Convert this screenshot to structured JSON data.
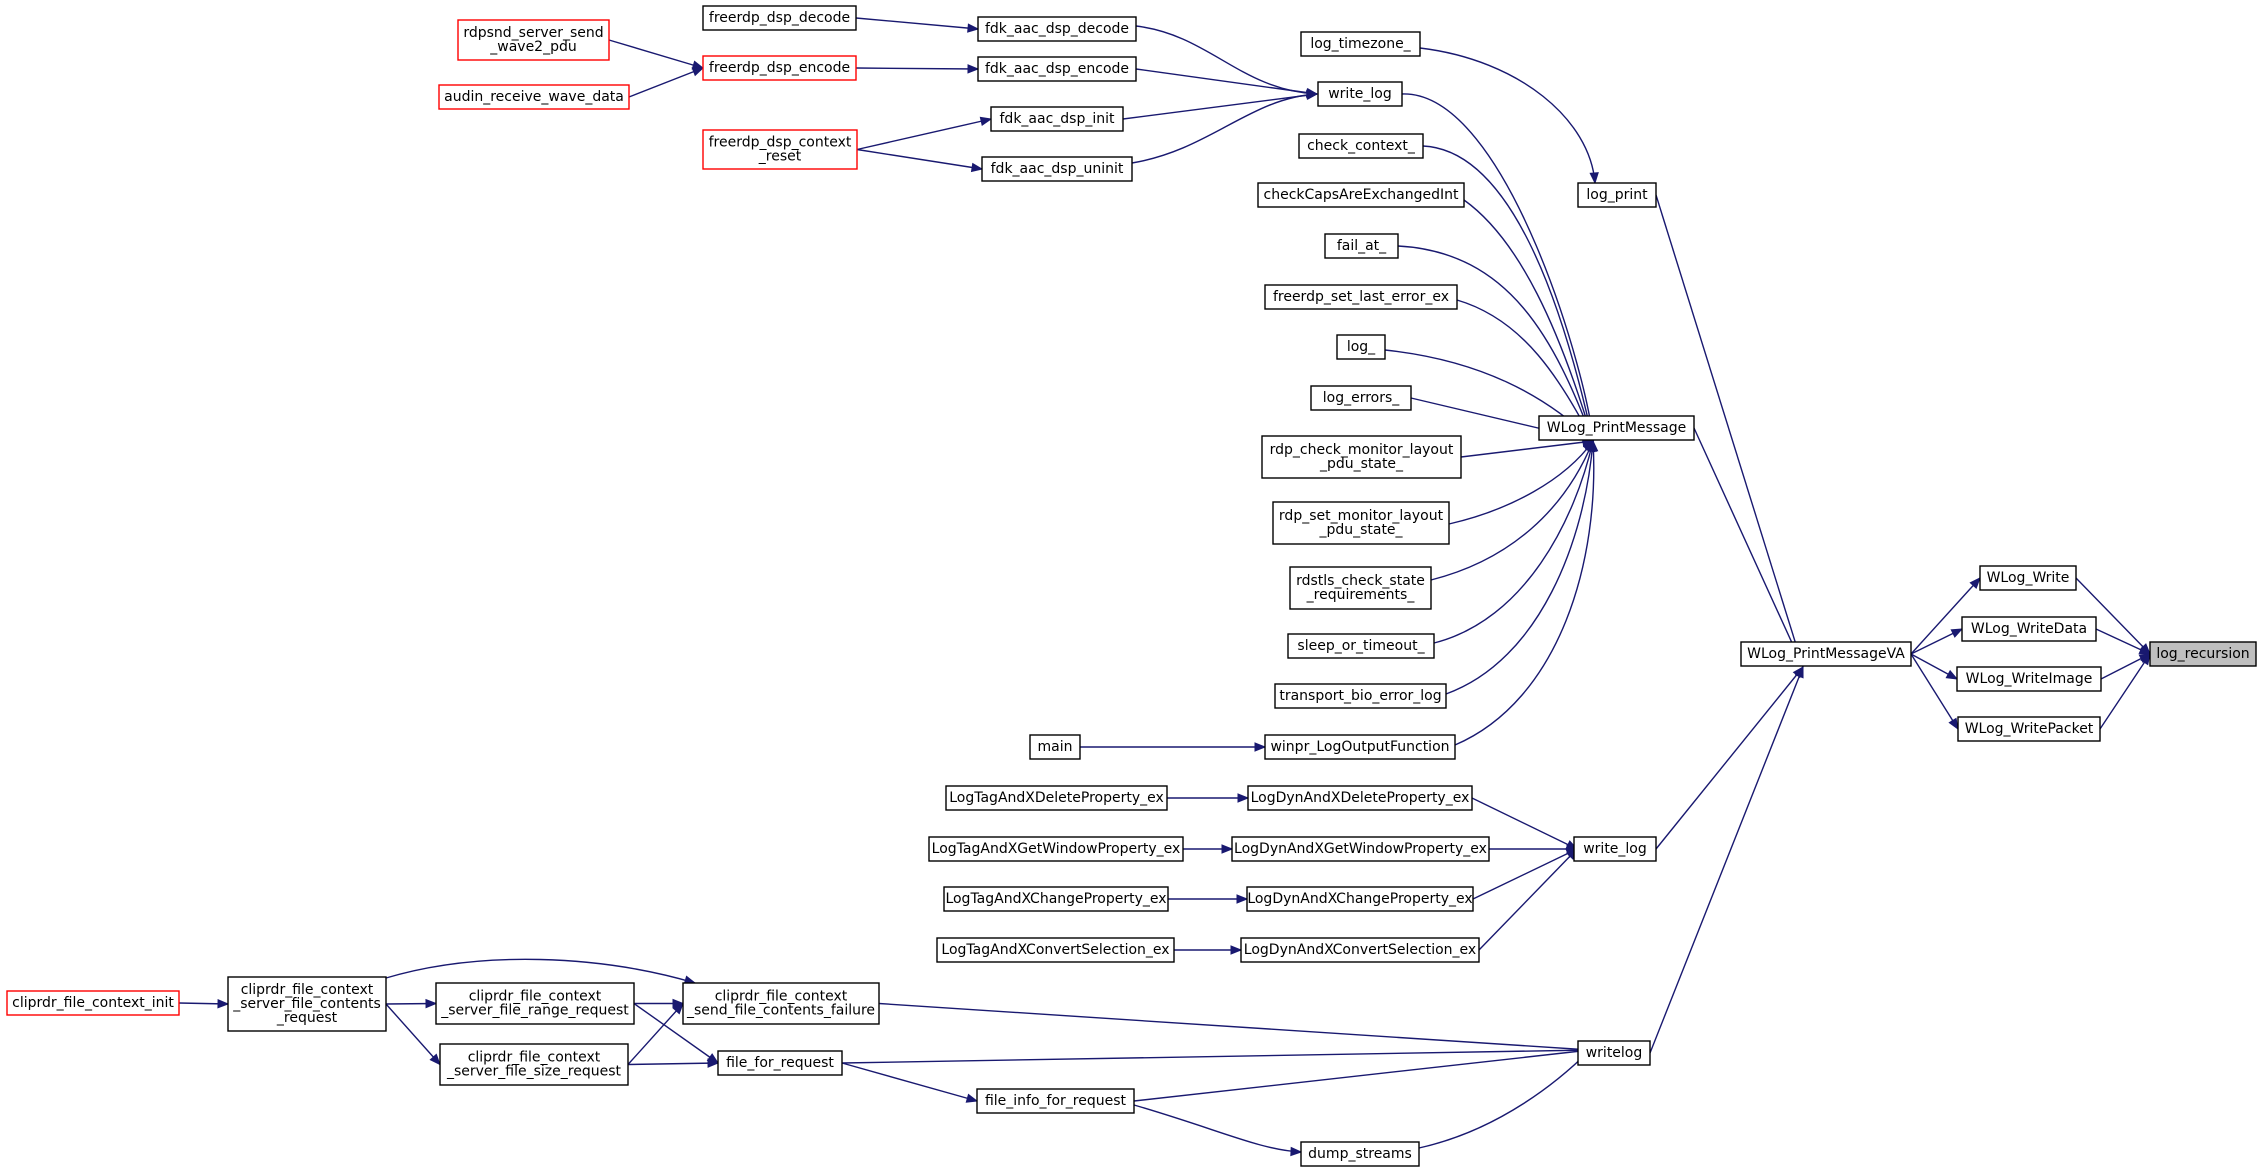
{
  "graph": {
    "type": "call-graph",
    "colors": {
      "edge": "#191970",
      "node_border": "#000000",
      "node_border_truncated": "#ff0000",
      "root_fill": "#bfbfbf",
      "node_fill": "#ffffff"
    },
    "nodes": [
      {
        "id": "log_recursion",
        "lines": [
          "log_recursion"
        ],
        "style": "root"
      },
      {
        "id": "WLog_Write",
        "lines": [
          "WLog_Write"
        ]
      },
      {
        "id": "WLog_WriteData",
        "lines": [
          "WLog_WriteData"
        ]
      },
      {
        "id": "WLog_WriteImage",
        "lines": [
          "WLog_WriteImage"
        ]
      },
      {
        "id": "WLog_WritePacket",
        "lines": [
          "WLog_WritePacket"
        ]
      },
      {
        "id": "WLog_PrintMessageVA",
        "lines": [
          "WLog_PrintMessageVA"
        ]
      },
      {
        "id": "log_print",
        "lines": [
          "log_print"
        ]
      },
      {
        "id": "WLog_PrintMessage",
        "lines": [
          "WLog_PrintMessage"
        ]
      },
      {
        "id": "write_log_x",
        "lines": [
          "write_log"
        ]
      },
      {
        "id": "writelog",
        "lines": [
          "writelog"
        ]
      },
      {
        "id": "log_timezone_",
        "lines": [
          "log_timezone_"
        ]
      },
      {
        "id": "write_log_dsp",
        "lines": [
          "write_log"
        ]
      },
      {
        "id": "check_context_",
        "lines": [
          "check_context_"
        ]
      },
      {
        "id": "checkCapsAreExchangedInt",
        "lines": [
          "checkCapsAreExchangedInt"
        ]
      },
      {
        "id": "fail_at_",
        "lines": [
          "fail_at_"
        ]
      },
      {
        "id": "freerdp_set_last_error_ex",
        "lines": [
          "freerdp_set_last_error_ex"
        ]
      },
      {
        "id": "log_",
        "lines": [
          "log_"
        ]
      },
      {
        "id": "log_errors_",
        "lines": [
          "log_errors_"
        ]
      },
      {
        "id": "rdp_check_monitor_layout_pdu_state_",
        "lines": [
          "rdp_check_monitor_layout",
          "_pdu_state_"
        ]
      },
      {
        "id": "rdp_set_monitor_layout_pdu_state_",
        "lines": [
          "rdp_set_monitor_layout",
          "_pdu_state_"
        ]
      },
      {
        "id": "rdstls_check_state_requirements_",
        "lines": [
          "rdstls_check_state",
          "_requirements_"
        ]
      },
      {
        "id": "sleep_or_timeout_",
        "lines": [
          "sleep_or_timeout_"
        ]
      },
      {
        "id": "transport_bio_error_log",
        "lines": [
          "transport_bio_error_log"
        ]
      },
      {
        "id": "winpr_LogOutputFunction",
        "lines": [
          "winpr_LogOutputFunction"
        ]
      },
      {
        "id": "main",
        "lines": [
          "main"
        ]
      },
      {
        "id": "fdk_aac_dsp_decode",
        "lines": [
          "fdk_aac_dsp_decode"
        ]
      },
      {
        "id": "fdk_aac_dsp_encode",
        "lines": [
          "fdk_aac_dsp_encode"
        ]
      },
      {
        "id": "fdk_aac_dsp_init",
        "lines": [
          "fdk_aac_dsp_init"
        ]
      },
      {
        "id": "fdk_aac_dsp_uninit",
        "lines": [
          "fdk_aac_dsp_uninit"
        ]
      },
      {
        "id": "freerdp_dsp_decode",
        "lines": [
          "freerdp_dsp_decode"
        ]
      },
      {
        "id": "freerdp_dsp_encode",
        "lines": [
          "freerdp_dsp_encode"
        ],
        "style": "truncated"
      },
      {
        "id": "freerdp_dsp_context_reset",
        "lines": [
          "freerdp_dsp_context",
          "_reset"
        ],
        "style": "truncated"
      },
      {
        "id": "rdpsnd_server_send_wave2_pdu",
        "lines": [
          "rdpsnd_server_send",
          "_wave2_pdu"
        ],
        "style": "truncated"
      },
      {
        "id": "audin_receive_wave_data",
        "lines": [
          "audin_receive_wave_data"
        ],
        "style": "truncated"
      },
      {
        "id": "LogDynAndXDeleteProperty_ex",
        "lines": [
          "LogDynAndXDeleteProperty_ex"
        ]
      },
      {
        "id": "LogDynAndXGetWindowProperty_ex",
        "lines": [
          "LogDynAndXGetWindowProperty_ex"
        ]
      },
      {
        "id": "LogDynAndXChangeProperty_ex",
        "lines": [
          "LogDynAndXChangeProperty_ex"
        ]
      },
      {
        "id": "LogDynAndXConvertSelection_ex",
        "lines": [
          "LogDynAndXConvertSelection_ex"
        ]
      },
      {
        "id": "LogTagAndXDeleteProperty_ex",
        "lines": [
          "LogTagAndXDeleteProperty_ex"
        ]
      },
      {
        "id": "LogTagAndXGetWindowProperty_ex",
        "lines": [
          "LogTagAndXGetWindowProperty_ex"
        ]
      },
      {
        "id": "LogTagAndXChangeProperty_ex",
        "lines": [
          "LogTagAndXChangeProperty_ex"
        ]
      },
      {
        "id": "LogTagAndXConvertSelection_ex",
        "lines": [
          "LogTagAndXConvertSelection_ex"
        ]
      },
      {
        "id": "cliprdr_file_context_send_file_contents_failure",
        "lines": [
          "cliprdr_file_context",
          "_send_file_contents_failure"
        ]
      },
      {
        "id": "file_for_request",
        "lines": [
          "file_for_request"
        ]
      },
      {
        "id": "file_info_for_request",
        "lines": [
          "file_info_for_request"
        ]
      },
      {
        "id": "dump_streams",
        "lines": [
          "dump_streams"
        ]
      },
      {
        "id": "cliprdr_file_context_server_file_range_request",
        "lines": [
          "cliprdr_file_context",
          "_server_file_range_request"
        ]
      },
      {
        "id": "cliprdr_file_context_server_file_size_request",
        "lines": [
          "cliprdr_file_context",
          "_server_file_size_request"
        ]
      },
      {
        "id": "cliprdr_file_context_server_file_contents_request",
        "lines": [
          "cliprdr_file_context",
          "_server_file_contents",
          "_request"
        ]
      },
      {
        "id": "cliprdr_file_context_init",
        "lines": [
          "cliprdr_file_context_init"
        ],
        "style": "truncated"
      }
    ],
    "edges": [
      [
        "WLog_Write",
        "log_recursion"
      ],
      [
        "WLog_WriteData",
        "log_recursion"
      ],
      [
        "WLog_WriteImage",
        "log_recursion"
      ],
      [
        "WLog_WritePacket",
        "log_recursion"
      ],
      [
        "WLog_PrintMessageVA",
        "WLog_Write"
      ],
      [
        "WLog_PrintMessageVA",
        "WLog_WriteData"
      ],
      [
        "WLog_PrintMessageVA",
        "WLog_WriteImage"
      ],
      [
        "WLog_PrintMessageVA",
        "WLog_WritePacket"
      ],
      [
        "log_print",
        "WLog_PrintMessageVA"
      ],
      [
        "WLog_PrintMessage",
        "WLog_PrintMessageVA"
      ],
      [
        "write_log_x",
        "WLog_PrintMessageVA"
      ],
      [
        "writelog",
        "WLog_PrintMessageVA"
      ],
      [
        "log_timezone_",
        "log_print"
      ],
      [
        "write_log_dsp",
        "WLog_PrintMessage"
      ],
      [
        "check_context_",
        "WLog_PrintMessage"
      ],
      [
        "checkCapsAreExchangedInt",
        "WLog_PrintMessage"
      ],
      [
        "fail_at_",
        "WLog_PrintMessage"
      ],
      [
        "freerdp_set_last_error_ex",
        "WLog_PrintMessage"
      ],
      [
        "log_",
        "WLog_PrintMessage"
      ],
      [
        "log_errors_",
        "WLog_PrintMessage"
      ],
      [
        "rdp_check_monitor_layout_pdu_state_",
        "WLog_PrintMessage"
      ],
      [
        "rdp_set_monitor_layout_pdu_state_",
        "WLog_PrintMessage"
      ],
      [
        "rdstls_check_state_requirements_",
        "WLog_PrintMessage"
      ],
      [
        "sleep_or_timeout_",
        "WLog_PrintMessage"
      ],
      [
        "transport_bio_error_log",
        "WLog_PrintMessage"
      ],
      [
        "winpr_LogOutputFunction",
        "WLog_PrintMessage"
      ],
      [
        "main",
        "winpr_LogOutputFunction"
      ],
      [
        "fdk_aac_dsp_decode",
        "write_log_dsp"
      ],
      [
        "fdk_aac_dsp_encode",
        "write_log_dsp"
      ],
      [
        "fdk_aac_dsp_init",
        "write_log_dsp"
      ],
      [
        "fdk_aac_dsp_uninit",
        "write_log_dsp"
      ],
      [
        "freerdp_dsp_decode",
        "fdk_aac_dsp_decode"
      ],
      [
        "freerdp_dsp_encode",
        "fdk_aac_dsp_encode"
      ],
      [
        "freerdp_dsp_context_reset",
        "fdk_aac_dsp_init"
      ],
      [
        "freerdp_dsp_context_reset",
        "fdk_aac_dsp_uninit"
      ],
      [
        "rdpsnd_server_send_wave2_pdu",
        "freerdp_dsp_encode"
      ],
      [
        "audin_receive_wave_data",
        "freerdp_dsp_encode"
      ],
      [
        "LogDynAndXDeleteProperty_ex",
        "write_log_x"
      ],
      [
        "LogDynAndXGetWindowProperty_ex",
        "write_log_x"
      ],
      [
        "LogDynAndXChangeProperty_ex",
        "write_log_x"
      ],
      [
        "LogDynAndXConvertSelection_ex",
        "write_log_x"
      ],
      [
        "LogTagAndXDeleteProperty_ex",
        "LogDynAndXDeleteProperty_ex"
      ],
      [
        "LogTagAndXGetWindowProperty_ex",
        "LogDynAndXGetWindowProperty_ex"
      ],
      [
        "LogTagAndXChangeProperty_ex",
        "LogDynAndXChangeProperty_ex"
      ],
      [
        "LogTagAndXConvertSelection_ex",
        "LogDynAndXConvertSelection_ex"
      ],
      [
        "cliprdr_file_context_send_file_contents_failure",
        "writelog"
      ],
      [
        "file_for_request",
        "writelog"
      ],
      [
        "file_info_for_request",
        "writelog"
      ],
      [
        "dump_streams",
        "writelog"
      ],
      [
        "file_info_for_request",
        "dump_streams"
      ],
      [
        "file_for_request",
        "file_info_for_request"
      ],
      [
        "cliprdr_file_context_server_file_range_request",
        "cliprdr_file_context_send_file_contents_failure"
      ],
      [
        "cliprdr_file_context_server_file_size_request",
        "cliprdr_file_context_send_file_contents_failure"
      ],
      [
        "cliprdr_file_context_server_file_contents_request",
        "cliprdr_file_context_send_file_contents_failure"
      ],
      [
        "cliprdr_file_context_server_file_range_request",
        "file_for_request"
      ],
      [
        "cliprdr_file_context_server_file_size_request",
        "file_for_request"
      ],
      [
        "cliprdr_file_context_server_file_contents_request",
        "cliprdr_file_context_server_file_range_request"
      ],
      [
        "cliprdr_file_context_server_file_contents_request",
        "cliprdr_file_context_server_file_size_request"
      ],
      [
        "cliprdr_file_context_init",
        "cliprdr_file_context_server_file_contents_request"
      ]
    ]
  }
}
